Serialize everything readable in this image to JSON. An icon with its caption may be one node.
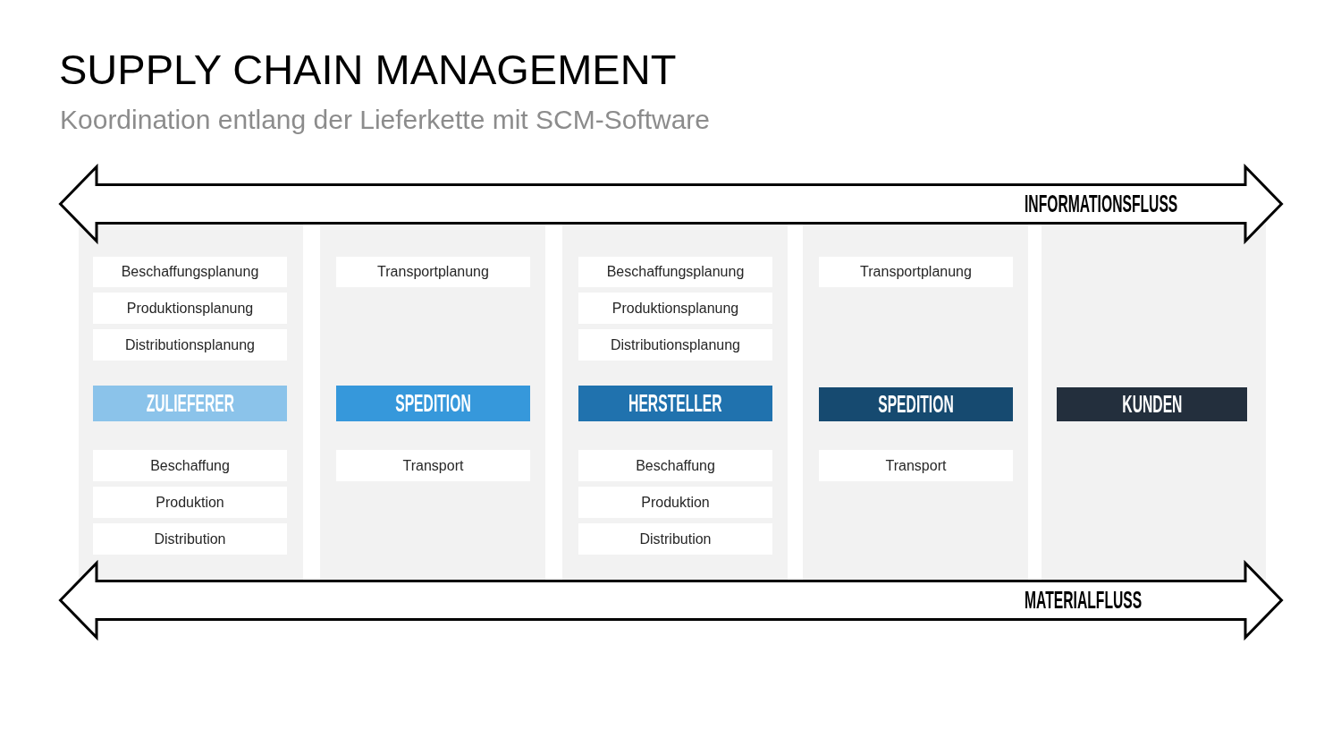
{
  "diagram": {
    "title": "SUPPLY CHAIN MANAGEMENT",
    "nodes": [
      {
        "text": [
          "INFORMATIONSFLUSS"
        ]
      },
      {
        "text": [],
        "shape": "band"
      },
      {
        "text": [
          "Beschaffungsplanung"
        ],
        "in": 1
      },
      {
        "text": [
          "Produktionsplanung"
        ],
        "in": 1
      },
      {
        "text": [
          "Distributionsplanung"
        ],
        "in": 1
      },
      {
        "text": [
          "ZULIEFERER"
        ],
        "in": 1
      },
      {
        "text": [
          "Beschaffung"
        ],
        "in": 1
      },
      {
        "text": [
          "Produktion"
        ],
        "in": 1
      },
      {
        "text": [
          "Distribution"
        ],
        "in": 1
      },
      {
        "text": [],
        "shape": "band"
      },
      {
        "text": [
          "Transportplanung"
        ],
        "in": 9
      },
      {
        "text": [
          "SPEDITION"
        ],
        "in": 9
      },
      {
        "text": [
          "Transport"
        ],
        "in": 9
      },
      {
        "text": [],
        "shape": "band"
      },
      {
        "text": [
          "Beschaffungsplanung"
        ],
        "in": 13
      },
      {
        "text": [
          "Produktionsplanung"
        ],
        "in": 13
      },
      {
        "text": [
          "Distributionsplanung"
        ],
        "in": 13
      },
      {
        "text": [
          "HERSTELLER"
        ],
        "in": 13
      },
      {
        "text": [
          "Beschaffung"
        ],
        "in": 13
      },
      {
        "text": [
          "Produktion"
        ],
        "in": 13
      },
      {
        "text": [
          "Distribution"
        ],
        "in": 13
      },
      {
        "text": [],
        "shape": "band"
      },
      {
        "text": [
          "Transportplanung"
        ],
        "in": 21
      },
      {
        "text": [
          "SPEDITION"
        ],
        "in": 21
      },
      {
        "text": [
          "Transport"
        ],
        "in": 21
      },
      {
        "text": [],
        "shape": "band"
      },
      {
        "text": [
          "KUNDEN"
        ],
        "in": 25
      },
      {
        "text": [
          "MATERIALFLUSS"
        ]
      }
    ],
    "labels": [
      "Koordination entlang der Lieferkette mit SCM-Software"
    ]
  }
}
